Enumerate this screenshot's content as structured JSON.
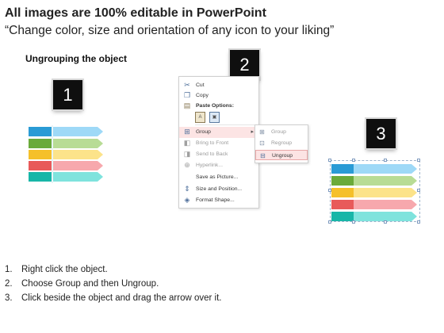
{
  "header": {
    "title": "All images are 100% editable in PowerPoint",
    "subtitle": "“Change color, size and orientation of any icon to your liking”"
  },
  "section_title": "Ungrouping the object",
  "steps": [
    "1",
    "2",
    "3"
  ],
  "colors": {
    "blue": "#2a9bd5",
    "green": "#6aaa3a",
    "yellow": "#f5c02a",
    "red": "#e85a5a",
    "teal": "#18b6a8",
    "light_blue": "#9ed9f7",
    "light_green": "#b8dc95",
    "light_yellow": "#fce38a",
    "light_red": "#f7a8ad",
    "light_teal": "#7fe3dd"
  },
  "context_menu": {
    "items": [
      {
        "icon": "cut-icon",
        "label": "Cut"
      },
      {
        "icon": "copy-icon",
        "label": "Copy"
      },
      {
        "icon": "paste-icon",
        "label": "Paste Options:"
      },
      {
        "icon": "group-icon",
        "label": "Group"
      },
      {
        "icon": "bring-front-icon",
        "label": "Bring to Front"
      },
      {
        "icon": "send-back-icon",
        "label": "Send to Back"
      },
      {
        "icon": "hyperlink-icon",
        "label": "Hyperlink..."
      },
      {
        "icon": "save-picture-icon",
        "label": "Save as Picture..."
      },
      {
        "icon": "size-position-icon",
        "label": "Size and Position..."
      },
      {
        "icon": "format-shape-icon",
        "label": "Format Shape..."
      }
    ],
    "submenu": [
      {
        "icon": "group-icon",
        "label": "Group"
      },
      {
        "icon": "regroup-icon",
        "label": "Regroup"
      },
      {
        "icon": "ungroup-icon",
        "label": "Ungroup"
      }
    ]
  },
  "instructions": [
    {
      "num": "1.",
      "text": "Right click the object."
    },
    {
      "num": "2.",
      "text": "Choose Group and then Ungroup."
    },
    {
      "num": "3.",
      "text": "Click beside the object and drag the arrow over it."
    }
  ]
}
